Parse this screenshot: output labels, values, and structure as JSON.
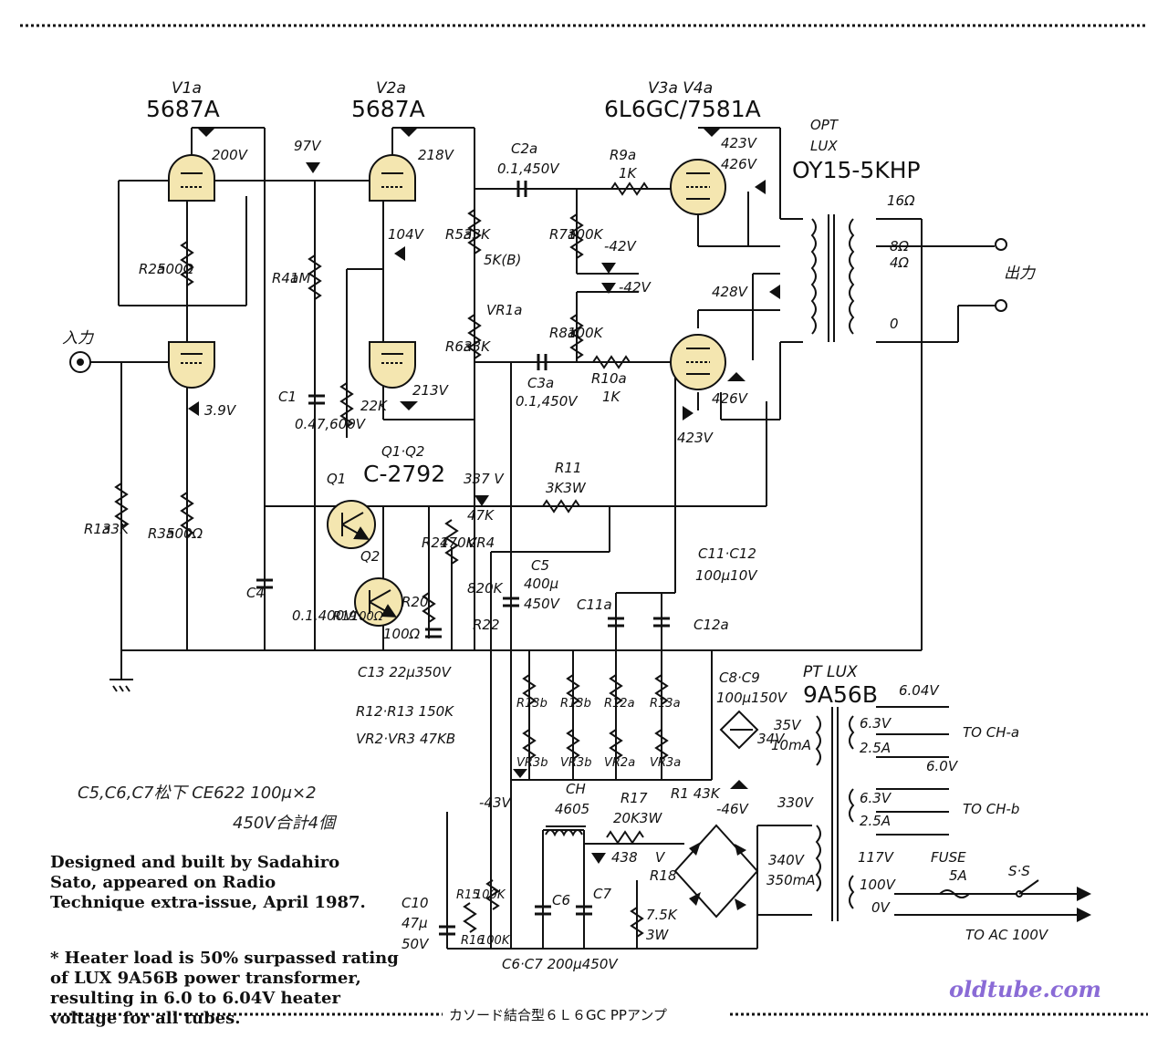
{
  "tubes": {
    "v1a": {
      "name": "V1a",
      "type": "5687A"
    },
    "v2a": {
      "name": "V2a",
      "type": "5687A"
    },
    "v34": {
      "name": "V3a V4a",
      "type": "6L6GC/7581A"
    }
  },
  "voltages": {
    "v1_plate": "200V",
    "v2_grid": "97V",
    "v2_plate": "218V",
    "v2_mid": "104V",
    "v2_cath": "213V",
    "v1_cath": "3.9V",
    "v3_screen": "423V",
    "v3_plate": "426V",
    "bias1": "-42V",
    "bias2": "-42V",
    "v4_plate": "428V",
    "v4_screen": "426V",
    "v4_cath": "423V",
    "q_supply": "337 V",
    "neg43": "-43V",
    "neg46": "-46V",
    "hv330": "330V",
    "b438": "438",
    "b438v": "V",
    "heat604": "6.04V",
    "heat60": "6.0V"
  },
  "components": {
    "c2a": "C2a",
    "c2a_val": "0.1,450V",
    "r9a": "R9a",
    "r9a_val": "1K",
    "r7a": "R7a",
    "r7a_val": "100K",
    "r5a": "R5a",
    "r5a_val": "33K",
    "vr1": "5K(B)",
    "vr1a": "VR1a",
    "r6a": "R6a",
    "r6a_val": "33K",
    "r8a": "R8a",
    "r8a_val": "100K",
    "c3a": "C3a",
    "c3a_val": "0.1,450V",
    "r10a": "R10a",
    "r10a_val": "1K",
    "r2a": "R2a",
    "r2a_val": "500Ω",
    "r4a": "R4a",
    "r4a_val": "1M",
    "c1": "C1",
    "c1_val": "0.47,600V",
    "r22k": "22K",
    "r1a": "R1a",
    "r1a_val": "33K",
    "r3a": "R3a",
    "r3a_val": "500Ω",
    "c4": "C4",
    "c4_val": "0.1,400V",
    "q12": "Q1·Q2",
    "qtype": "C-2792",
    "q1": "Q1",
    "q2": "Q2",
    "r11": "R11",
    "r11_val": "3K3W",
    "r19": "R19",
    "r19_val": "100Ω",
    "r20": "R20",
    "r20_val": "100Ω",
    "r21": "R21",
    "r21_val": "470K",
    "r22": "R22",
    "r22_val": "820K",
    "vr4": "VR4",
    "vr4_val": "47K",
    "c13": "C13 22μ350V",
    "c5": "C5",
    "c5_val": "400μ",
    "c5_v": "450V",
    "c11a": "C11a",
    "c12a": "C12a",
    "c1112": "C11·C12",
    "c1112_val": "100μ10V",
    "r1213": "R12·R13 150K",
    "vr23": "VR2·VR3 47KB",
    "r13b": "R13b",
    "r13b2": "R13b",
    "r12a": "R12a",
    "r13a": "R13a",
    "vr3b": "VR3b",
    "vr3b2": "VR3b",
    "vr2a": "VR2a",
    "vr3a": "VR3a",
    "r1": "R1 43K",
    "c89": "C8·C9",
    "c89_val": "100μ150V",
    "ac35": "35V",
    "ac10ma": "10mA",
    "v34v": "34V",
    "ch": "CH",
    "ch_val": "4605",
    "r17": "R17",
    "r17_val": "20K3W",
    "r18": "R18",
    "r18_val": "7.5K",
    "r18_w": "3W",
    "c6": "C6",
    "c7": "C7",
    "c67": "C6·C7 200μ450V",
    "c10": "C10",
    "c10_val": "47μ",
    "c10_v": "50V",
    "r15": "R15",
    "r15_val": "100K",
    "r16": "R16",
    "r16_val": "100K"
  },
  "opt": {
    "label": "OPT",
    "brand": "LUX",
    "model": "OY15-5KHP",
    "t16": "16Ω",
    "t8": "8Ω",
    "t4": "4Ω",
    "t0": "0"
  },
  "pt": {
    "label": "PT LUX",
    "model": "9A56B",
    "h1v": "6.3V",
    "h1a": "2.5A",
    "h2v": "6.3V",
    "h2a": "2.5A",
    "hv": "340V",
    "hva": "350mA",
    "p117": "117V",
    "p100": "100V",
    "p0": "0V"
  },
  "io": {
    "input": "入力",
    "output": "出力",
    "to_cha": "TO CH-a",
    "to_chb": "TO CH-b",
    "fuse": "FUSE",
    "fuse_val": "5A",
    "ss": "S·S",
    "to_ac": "TO AC 100V"
  },
  "notes": {
    "caps": "C5,C6,C7松下 CE622 100μ×2",
    "caps2": "450V合計4個",
    "credit": "Designed and built by Sadahiro Sato, appeared on Radio Technique extra-issue, April 1987.",
    "heater": "* Heater load is 50% surpassed rating of LUX 9A56B power transformer, resulting in 6.0 to 6.04V heater voltage for all tubes.",
    "caption": "カソード結合型６Ｌ６GC PPアンプ",
    "site": "oldtube.com"
  }
}
